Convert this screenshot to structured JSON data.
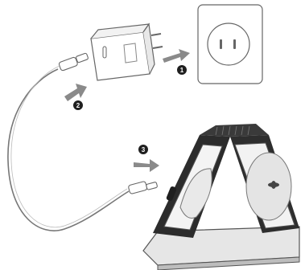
{
  "steps": [
    {
      "number": "1",
      "target": "wall-outlet"
    },
    {
      "number": "2",
      "target": "power-adapter"
    },
    {
      "number": "3",
      "target": "charging-stand"
    }
  ],
  "colors": {
    "outline": "#666666",
    "arrow": "#8a8a8a",
    "badge": "#1f1f1f",
    "stand_dark": "#2c2c2c",
    "pad": "#e9e9e9"
  },
  "icons": [
    "power-adapter-icon",
    "wall-outlet-icon",
    "usb-c-cable-icon",
    "charging-stand-icon",
    "arrow-icon"
  ]
}
